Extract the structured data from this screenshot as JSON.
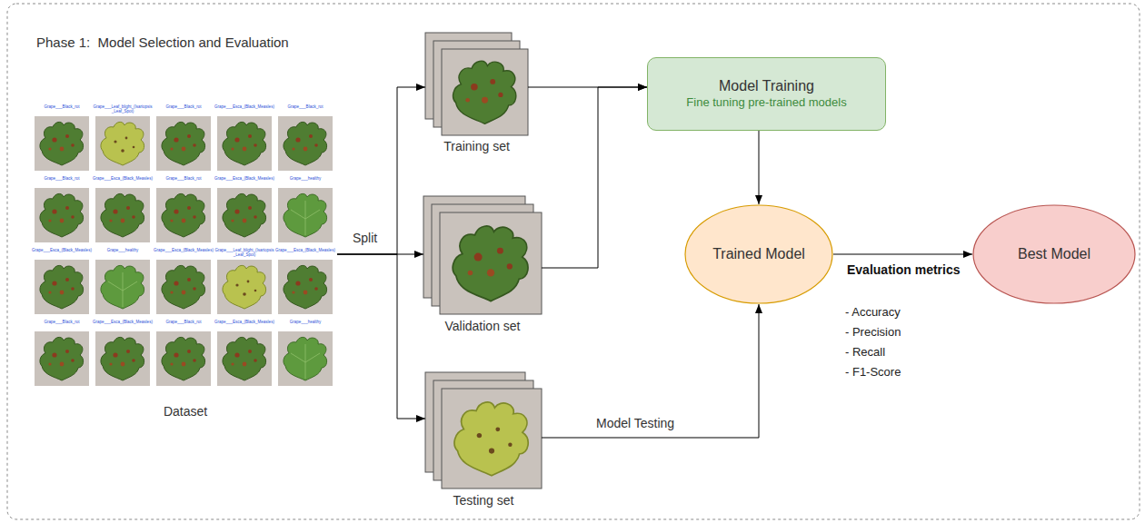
{
  "diagram": {
    "title": "Phase 1:  Model Selection and Evaluation",
    "nodes": [
      {
        "text": [
          "Dataset"
        ]
      },
      {
        "text": [
          "Training set"
        ]
      },
      {
        "text": [
          "Validation set"
        ]
      },
      {
        "text": [
          "Testing set"
        ]
      },
      {
        "text": [
          "Model Training",
          "Fine tuning pre-trained models"
        ]
      },
      {
        "text": [
          "Trained Model"
        ]
      },
      {
        "text": [
          "Best Model"
        ]
      }
    ],
    "edges": [
      {
        "from": 0,
        "to": 1,
        "arrow": "to"
      },
      {
        "from": 0,
        "to": 2,
        "arrow": "to",
        "label": "Split"
      },
      {
        "from": 0,
        "to": 3,
        "arrow": "to"
      },
      {
        "from": 1,
        "to": 4,
        "arrow": "to"
      },
      {
        "from": 2,
        "to": 4,
        "arrow": "to"
      },
      {
        "from": 4,
        "to": 5,
        "arrow": "to"
      },
      {
        "from": 3,
        "to": 5,
        "arrow": "to",
        "label": "Model Testing"
      },
      {
        "from": 5,
        "to": 6,
        "arrow": "to",
        "label": "Evaluation metrics"
      }
    ],
    "labels": [
      "Grape___Black_rot",
      "Grape___Leaf_blight_(Isariopsis_Leaf_Spot)",
      "Grape___Black_rot",
      "Grape___Esca_(Black_Measles)",
      "Grape___Black_rot",
      "Grape___Black_rot",
      "Grape___Esca_(Black_Measles)",
      "Grape___Black_rot",
      "Grape___Esca_(Black_Measles)",
      "Grape___healthy",
      "Grape___Esca_(Black_Measles)",
      "Grape___healthy",
      "Grape___Esca_(Black_Measles)",
      "Grape___Leaf_blight_(Isariopsis_Leaf_Spot)",
      "Grape___Esca_(Black_Measles)",
      "Grape___Black_rot",
      "Grape___Esca_(Black_Measles)",
      "Grape___Black_rot",
      "Grape___Esca_(Black_Measles)",
      "Grape___healthy",
      "- Accuracy",
      "- Precision",
      "- Recall",
      "- F1-Score"
    ]
  }
}
